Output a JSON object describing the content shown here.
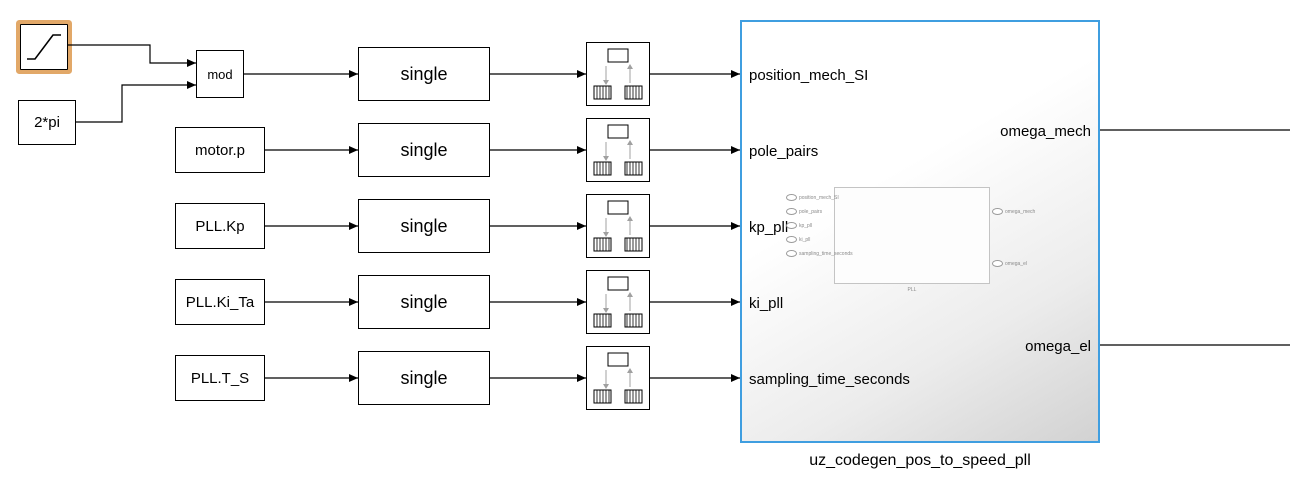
{
  "blocks": {
    "ramp": {
      "icon": "ramp-icon",
      "selected": true,
      "selection_color": "#E2A868"
    },
    "two_pi": {
      "label": "2*pi"
    },
    "mod": {
      "label": "mod"
    },
    "sources": [
      {
        "label": "motor.p"
      },
      {
        "label": "PLL.Kp"
      },
      {
        "label": "PLL.Ki_Ta"
      },
      {
        "label": "PLL.T_S"
      }
    ],
    "converts": [
      {
        "label": "single"
      },
      {
        "label": "single"
      },
      {
        "label": "single"
      },
      {
        "label": "single"
      },
      {
        "label": "single"
      }
    ]
  },
  "subsystem": {
    "name": "uz_codegen_pos_to_speed_pll",
    "border_color": "#3F9EE0",
    "inputs": [
      {
        "label": "position_mech_SI"
      },
      {
        "label": "pole_pairs"
      },
      {
        "label": "kp_pll"
      },
      {
        "label": "ki_pll"
      },
      {
        "label": "sampling_time_seconds"
      }
    ],
    "outputs": [
      {
        "label": "omega_mech"
      },
      {
        "label": "omega_el"
      }
    ],
    "preview": {
      "left_ports": [
        "position_mech_SI",
        "pole_pairs",
        "kp_pll",
        "ki_pll",
        "sampling_time_seconds"
      ],
      "right_ports": [
        "omega_mech",
        "omega_el"
      ],
      "caption": "PLL"
    }
  }
}
